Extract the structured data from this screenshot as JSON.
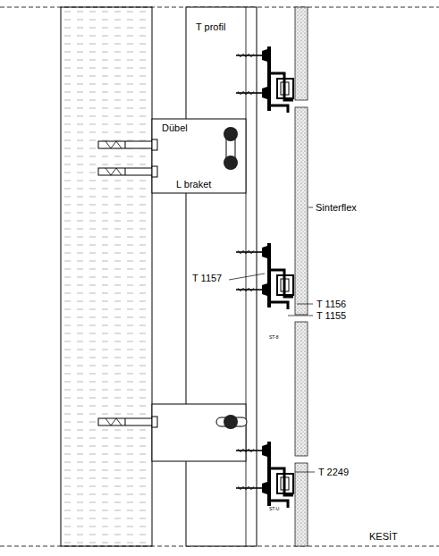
{
  "diagram": {
    "labels": [
      "T profil",
      "Dübel",
      "L braket",
      "Sinterflex",
      "T 1157",
      "T 1156",
      "T 1155",
      "T 2249",
      "ST-8",
      "ST-U",
      "KESİT"
    ]
  }
}
